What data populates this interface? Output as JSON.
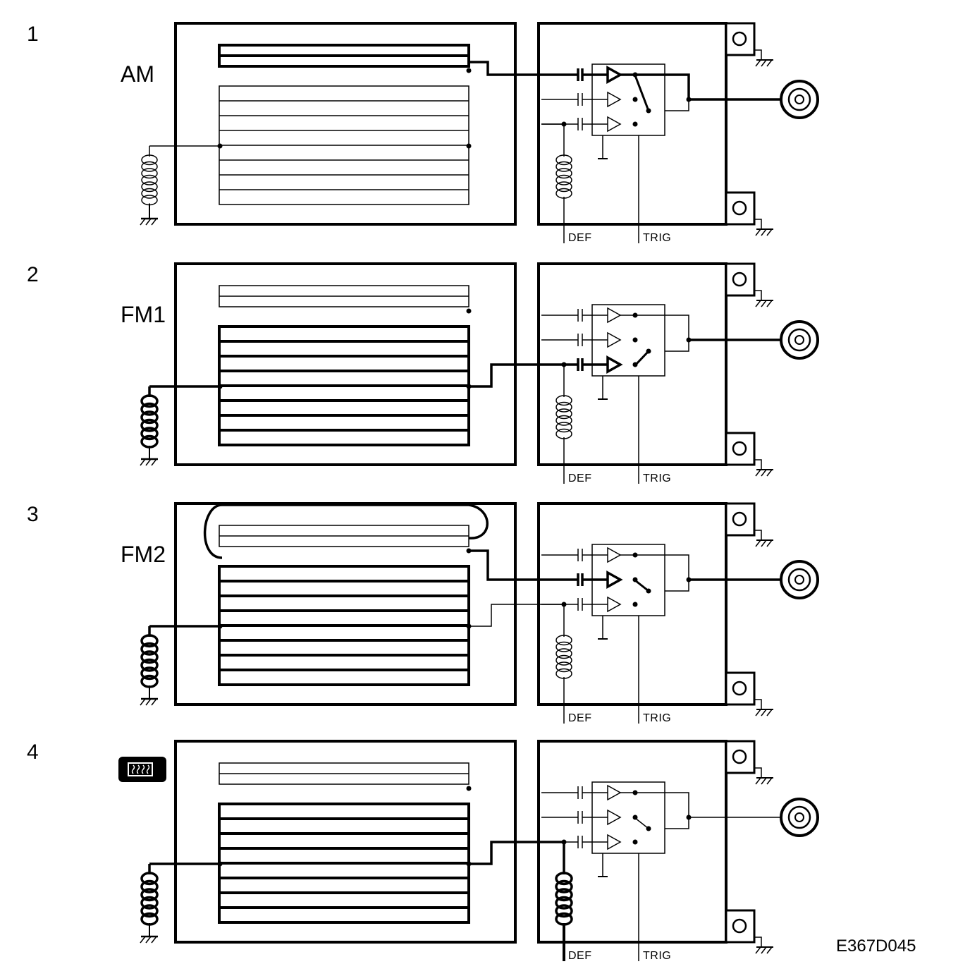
{
  "panels": [
    {
      "number": "1",
      "mode": "AM",
      "active": "am",
      "heater_icon": false
    },
    {
      "number": "2",
      "mode": "FM1",
      "active": "fm1",
      "heater_icon": false
    },
    {
      "number": "3",
      "mode": "FM2",
      "active": "fm2",
      "heater_icon": false
    },
    {
      "number": "4",
      "mode": "",
      "active": "heated",
      "heater_icon": true
    }
  ],
  "pins": {
    "def": "DEF",
    "trig": "TRIG"
  },
  "figure_code": "E367D045",
  "icons": {
    "heater": "rear-window-heater-icon",
    "antenna_jack": "coax-connector-icon",
    "ground": "ground-symbol-icon",
    "coil": "inductor-coil-icon",
    "amplifier": "amplifier-triangle-icon",
    "switch": "selector-switch-icon",
    "mount": "mounting-hole-icon"
  },
  "colors": {
    "line": "#000000",
    "background": "#ffffff"
  }
}
